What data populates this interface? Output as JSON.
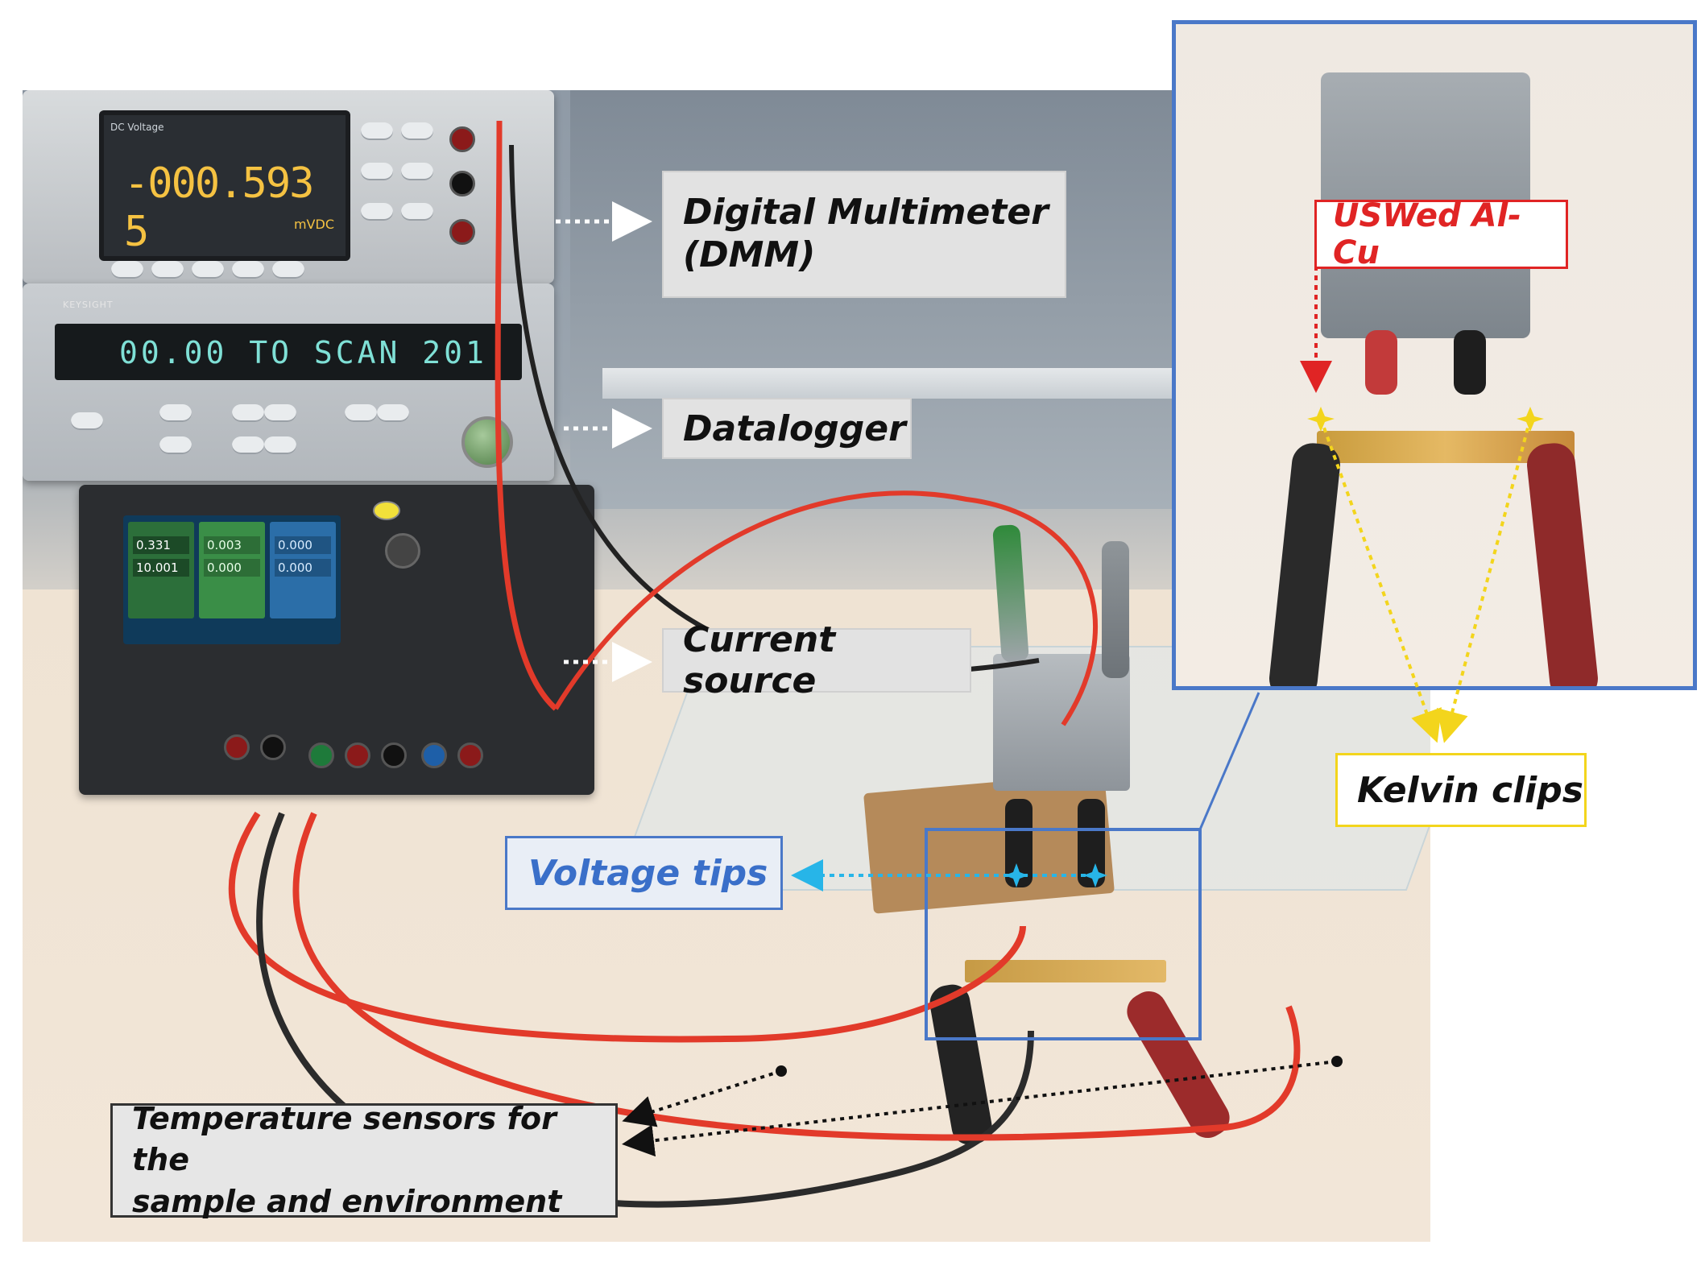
{
  "instruments": {
    "dmm": {
      "display_mode": "DC Voltage",
      "reading": "-000.593 5",
      "unit": "mVDC"
    },
    "datalogger": {
      "brand": "KEYSIGHT",
      "display": "00.00  TO SCAN  201"
    },
    "current_source": {
      "channels": [
        {
          "value_1": "0.331",
          "value_2": "10.001"
        },
        {
          "value_1": "0.003",
          "value_2": "0.000"
        },
        {
          "value_1": "0.000",
          "value_2": "0.000"
        }
      ]
    }
  },
  "labels": {
    "dmm_line1": "Digital Multimeter",
    "dmm_line2": "(DMM)",
    "datalogger": "Datalogger",
    "current_source": "Current source",
    "voltage_tips": "Voltage tips",
    "uswed": "USWed Al-Cu",
    "kelvin_clips": "Kelvin clips",
    "temp_line1": "Temperature sensors for the",
    "temp_line2": "sample and environment"
  },
  "colors": {
    "gray_label": "#e2e2e2",
    "blue_accent": "#4a78c8",
    "voltage_text": "#3a6fc9",
    "yellow_accent": "#f3d51c",
    "red_accent": "#e02424",
    "dotted_white": "#ffffff",
    "dotted_cyan": "#27b5e8",
    "dotted_black": "#111111"
  }
}
